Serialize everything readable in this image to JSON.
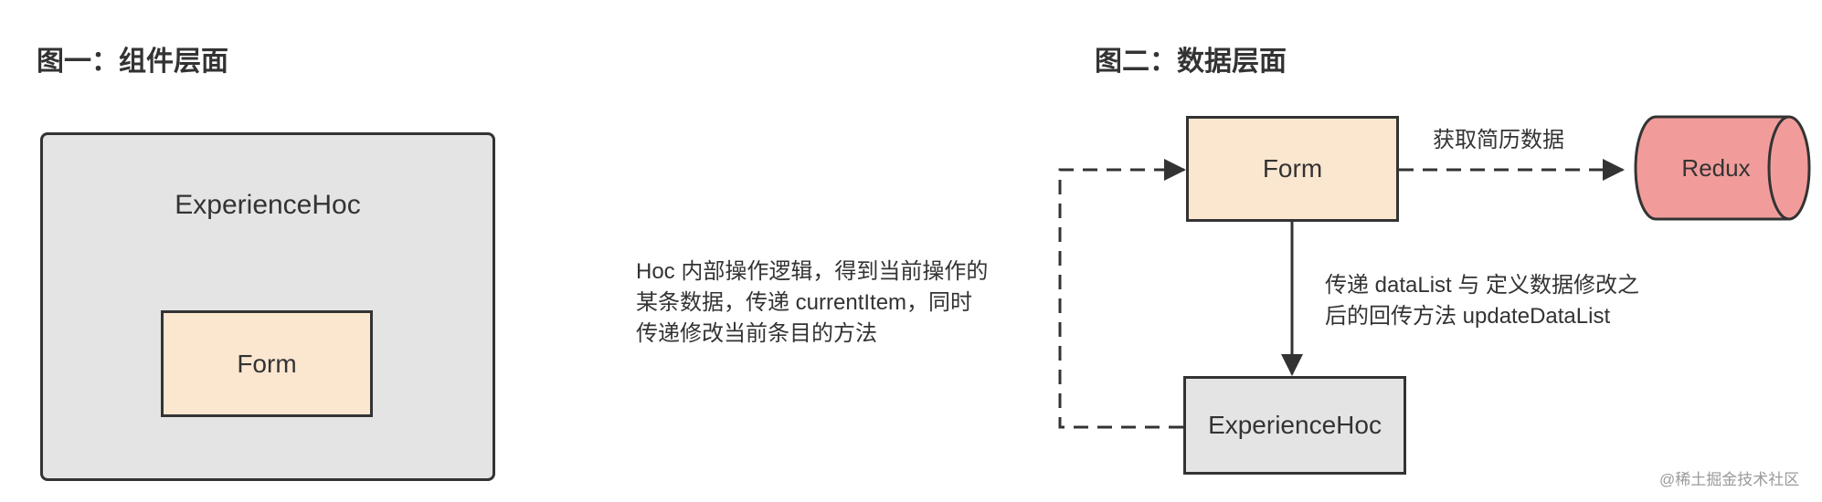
{
  "figure1": {
    "title": "图一：组件层面",
    "outer_label": "ExperienceHoc",
    "inner_label": "Form"
  },
  "figure2": {
    "title": "图二：数据层面",
    "form_label": "Form",
    "redux_label": "Redux",
    "hoc_label": "ExperienceHoc",
    "edge_get_resume": "获取简历数据",
    "edge_pass_lines": [
      "传递 dataList 与 定义数据修改之",
      "后的回传方法 updateDataList"
    ],
    "edge_hoc_lines": [
      "Hoc 内部操作逻辑，得到当前操作的",
      "某条数据，传递 currentItem，同时",
      "传递修改当前条目的方法"
    ]
  },
  "watermark": "@稀土掘金技术社区",
  "colors": {
    "form_fill": "#fbe6d0",
    "hoc_fill": "#e4e4e4",
    "redux_fill": "#f19c9b",
    "stroke": "#333333"
  }
}
